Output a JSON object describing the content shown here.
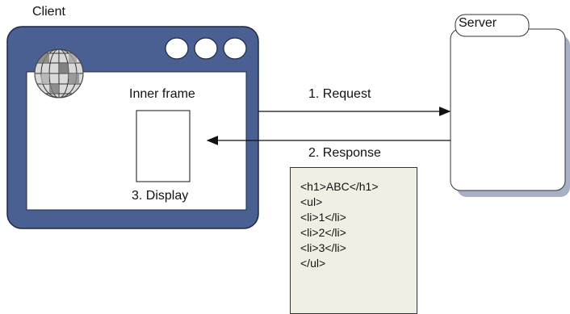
{
  "client": {
    "title": "Client",
    "inner_frame_label": "Inner frame",
    "display_label": "3. Display",
    "globe_icon": "globe-icon",
    "window_buttons_icon": "window-buttons-icon"
  },
  "server": {
    "title": "Server"
  },
  "arrows": {
    "request_label": "1. Request",
    "response_label": "2. Response"
  },
  "response_code": {
    "lines": [
      "<h1>ABC</h1>",
      "<ul>",
      "<li>1</li>",
      "<li>2</li>",
      "<li>3</li>",
      "</ul>"
    ]
  },
  "colors": {
    "client_frame": "#4a5f92",
    "server_shadow": "#a8b0c8",
    "code_background": "#f1efe4"
  }
}
